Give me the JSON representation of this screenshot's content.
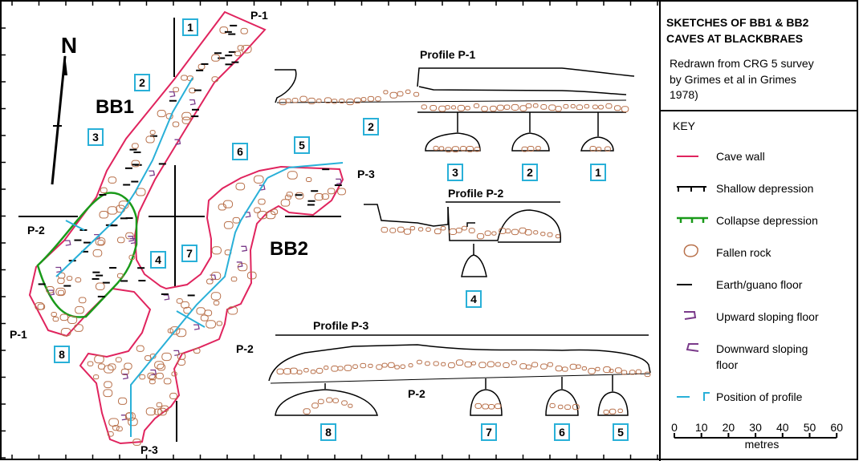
{
  "title": {
    "line1": "SKETCHES OF BB1 & BB2",
    "line2": "CAVES AT BLACKBRAES"
  },
  "credit": {
    "line1": "Redrawn from CRG 5 survey",
    "line2": "by Grimes et al in Grimes",
    "line3": "1978)"
  },
  "key": {
    "heading": "KEY",
    "items": [
      {
        "label": "Cave wall",
        "symbol": "red-line"
      },
      {
        "label": "Shallow depression",
        "symbol": "black-ticked-line"
      },
      {
        "label": "Collapse depression",
        "symbol": "green-ticked-line"
      },
      {
        "label": "Fallen rock",
        "symbol": "brown-outline-rock"
      },
      {
        "label": "Earth/guano floor",
        "symbol": "black-dash"
      },
      {
        "label": "Upward sloping floor",
        "symbol": "purple-hook-right"
      },
      {
        "label": "Downward sloping floor",
        "symbol": "purple-hook-left"
      },
      {
        "label": "Position of profile",
        "symbol": "cyan-line-and-tick"
      }
    ]
  },
  "scale": {
    "ticks": [
      "0",
      "10",
      "20",
      "30",
      "40",
      "50",
      "60"
    ],
    "unit": "metres"
  },
  "map": {
    "north": "N",
    "caves": [
      "BB1",
      "BB2"
    ],
    "section_boxes": [
      "1",
      "2",
      "3",
      "4",
      "5",
      "6",
      "7",
      "8"
    ],
    "profile_labels": {
      "p1_top": "P-1",
      "p1_bottom": "P-1",
      "p2_left": "P-2",
      "p2_right": "P-2",
      "p3_top": "P-3",
      "p3_bottom": "P-3"
    }
  },
  "profiles": {
    "p1": {
      "title": "Profile P-1",
      "map_section": "2",
      "sections": [
        "3",
        "2",
        "1"
      ]
    },
    "p2": {
      "title": "Profile P-2",
      "sections": [
        "4"
      ]
    },
    "p3": {
      "title": "Profile P-3",
      "marker": "P-2",
      "sections": [
        "8",
        "7",
        "6",
        "5"
      ]
    }
  },
  "colors": {
    "wall": "#e0245e",
    "collapse": "#1a9a1a",
    "rock": "#b8704a",
    "slope": "#7a3a8a",
    "profile": "#29b0d8"
  }
}
